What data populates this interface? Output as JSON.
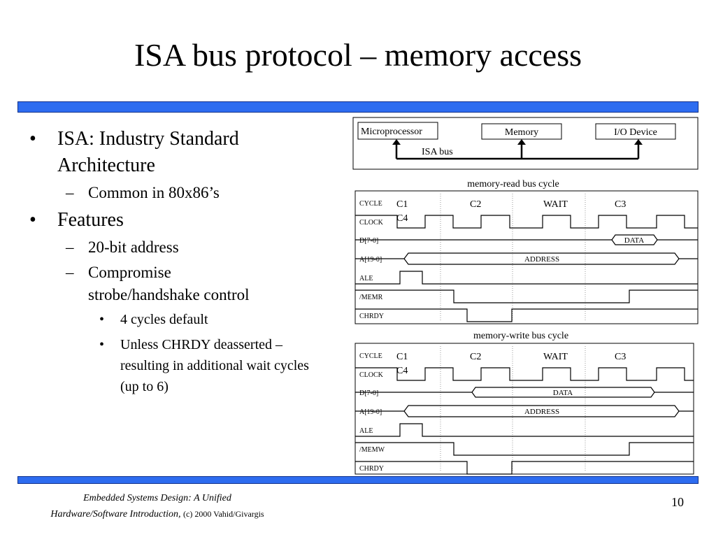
{
  "slide": {
    "title": "ISA bus protocol – memory access",
    "page_number": "10"
  },
  "bullets": {
    "b1": "ISA: Industry Standard Architecture",
    "b1_sub1": "Common in 80x86’s",
    "b2": "Features",
    "b2_sub1": "20-bit address",
    "b2_sub2": "Compromise strobe/handshake control",
    "b2_sub2_a": "4 cycles default",
    "b2_sub2_b": "Unless CHRDY deasserted – resulting in additional wait cycles (up to 6)"
  },
  "diagram": {
    "processor": "Microprocessor",
    "memory": "Memory",
    "io": "I/O Device",
    "bus": "ISA bus"
  },
  "read_cycle": {
    "caption": "memory-read bus cycle",
    "cycles": [
      "C1",
      "C4",
      "C2",
      "WAIT",
      "C3"
    ],
    "signals": [
      "CYCLE",
      "CLOCK",
      "D[7-0]",
      "A[19-0]",
      "ALE",
      "/MEMR",
      "CHRDY"
    ],
    "data_label": "DATA",
    "address_label": "ADDRESS"
  },
  "write_cycle": {
    "caption": "memory-write bus cycle",
    "cycles": [
      "C1",
      "C4",
      "C2",
      "WAIT",
      "C3"
    ],
    "signals": [
      "CYCLE",
      "CLOCK",
      "D[7-0]",
      "A[19-0]",
      "ALE",
      "/MEMW",
      "CHRDY"
    ],
    "data_label": "DATA",
    "address_label": "ADDRESS"
  },
  "footer": {
    "book_line1": "Embedded Systems Design: A Unified",
    "book_line2": "Hardware/Software Introduction,",
    "copyright": "(c) 2000 Vahid/Givargis"
  },
  "colors": {
    "band": "#2d6cf0"
  }
}
